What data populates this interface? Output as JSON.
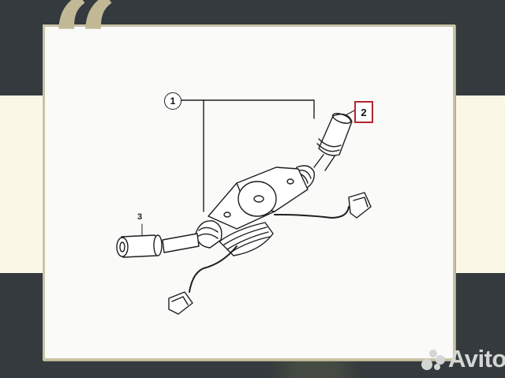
{
  "background": {
    "dark_color": "#343a3d",
    "band_color": "#faf7e6",
    "frame_border_color": "#c9c3a6",
    "quote_color": "#c1b996"
  },
  "decoration": {
    "quote_mark": "“"
  },
  "diagram": {
    "subject": "steering column combination switch assembly (lever switch with wiring harnesses)",
    "callouts": [
      {
        "id": "1",
        "label": "1",
        "style": "circle",
        "targets": [
          "switch body left collar",
          "switch lever right"
        ]
      },
      {
        "id": "2",
        "label": "2",
        "style": "red-box",
        "highlight_color": "#b3262e",
        "target": "right lever knob"
      },
      {
        "id": "3",
        "label": "3",
        "style": "plain",
        "target": "left lever knob"
      }
    ]
  },
  "watermark": {
    "text": "Avito",
    "icon": "avito-dots-icon"
  }
}
